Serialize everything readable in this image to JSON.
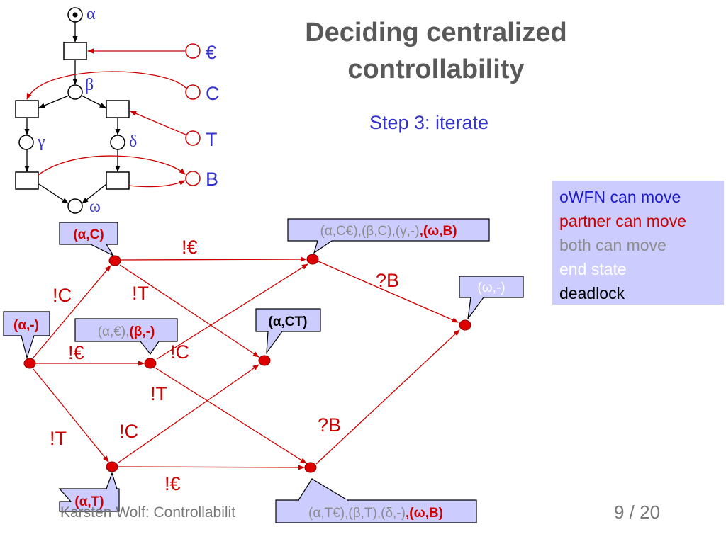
{
  "slide": {
    "title_line1": "Deciding centralized",
    "title_line2": "controllability",
    "subtitle": "Step 3: iterate",
    "footer_author": "Karsten Wolf: Controllabilit",
    "page_number": "9 / 20"
  },
  "petri_net": {
    "places": {
      "alpha": "α",
      "beta": "β",
      "gamma": "γ",
      "delta": "δ",
      "omega": "ω"
    },
    "interface": {
      "euro": "€",
      "c": "C",
      "t": "T",
      "b": "B"
    }
  },
  "legend": {
    "items": [
      {
        "label": "oWFN can move",
        "color": "#1a1acc"
      },
      {
        "label": "partner can move",
        "color": "#cc0000"
      },
      {
        "label": "both can move",
        "color": "#8c8c8c"
      },
      {
        "label": "end state",
        "color": "#ffffff"
      },
      {
        "label": "deadlock",
        "color": "#000000"
      }
    ]
  },
  "graph": {
    "node_labels": {
      "start": "(α,-)",
      "alpha_c": "(α,C)",
      "alpha_euro_beta": {
        "part1": "(α,€),",
        "part2": "(β,-)"
      },
      "alpha_ct": "(α,CT)",
      "alpha_t": "(α,T)",
      "alpha_ceuro": {
        "part1": "(α,C€),(β,C),(γ,-)",
        "part2": ",(ω,B)"
      },
      "alpha_teuro": {
        "part1": "(α,T€),(β,T),(δ,-)",
        "part2": ",(ω,B)"
      },
      "omega": "(ω,-)"
    },
    "edge_labels": {
      "start_to_alpha_c": "!C",
      "start_to_alpha_euro": "!€",
      "start_to_alpha_t": "!T",
      "alpha_c_to_ceuro": "!€",
      "alpha_c_to_ct": "!T",
      "alpha_euro_to_ceuro": "!C",
      "alpha_euro_to_teuro": "!T",
      "alpha_t_to_ct": "!C",
      "alpha_t_to_teuro": "!€",
      "ceuro_to_omega": "?B",
      "teuro_to_omega": "?B"
    }
  },
  "colors": {
    "edge_red": "#cc0000",
    "node_fill": "#dd0000",
    "callout_fill": "#ccccff",
    "place_text": "#3333cc"
  }
}
